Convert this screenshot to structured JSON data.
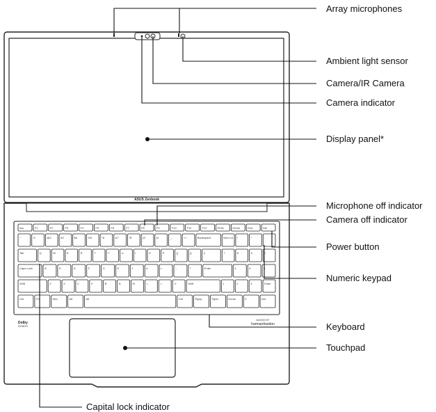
{
  "brand": "ASUS Zenbook",
  "dolby": {
    "name": "Dolby",
    "sub": "ATMOS"
  },
  "audio_brand": {
    "top": "AUDIO BY",
    "name": "harman/kardon"
  },
  "callouts": [
    {
      "id": "array-microphones",
      "text": "Array microphones"
    },
    {
      "id": "ambient-light-sensor",
      "text": "Ambient light sensor"
    },
    {
      "id": "camera-ir",
      "text": "Camera/IR Camera"
    },
    {
      "id": "camera-indicator",
      "text": "Camera indicator"
    },
    {
      "id": "display-panel",
      "text": "Display panel*"
    },
    {
      "id": "mic-off-indicator",
      "text": "Microphone off indicator"
    },
    {
      "id": "camera-off-indicator",
      "text": "Camera off indicator"
    },
    {
      "id": "power-button",
      "text": "Power button"
    },
    {
      "id": "numeric-keypad",
      "text": "Numeric keypad"
    },
    {
      "id": "keyboard",
      "text": "Keyboard"
    },
    {
      "id": "touchpad",
      "text": "Touchpad"
    },
    {
      "id": "caps-lock-indicator",
      "text": "Capital lock indicator"
    }
  ],
  "keys": {
    "fn_row": [
      "esc",
      "F1",
      "F2",
      "F3",
      "F4",
      "F5",
      "F6",
      "F7",
      "F8",
      "F9",
      "F10",
      "F11",
      "F12",
      "PrtSc",
      "Home",
      "End",
      "Del"
    ],
    "num_row": [
      "~`",
      "!1",
      "@2",
      "#3",
      "$4",
      "%5",
      "^6",
      "&7",
      "*8",
      "(9",
      ")0",
      "_-",
      "+=",
      "Backspace",
      "Num Lk",
      "/",
      "*",
      "-"
    ],
    "tab_row": [
      "Tab",
      "Q",
      "W",
      "E",
      "R",
      "T",
      "Y",
      "U",
      "I",
      "O",
      "P",
      "{[",
      "}]",
      "|\\",
      "7",
      "8",
      "9",
      "+"
    ],
    "caps_row": [
      "Caps Lock",
      "A",
      "S",
      "D",
      "F",
      "G",
      "H",
      "J",
      "K",
      "L",
      ":;",
      "\"'",
      "Enter",
      "4",
      "5",
      "6"
    ],
    "shift_row": [
      "Shift",
      "Z",
      "X",
      "C",
      "V",
      "B",
      "N",
      "M",
      "<,",
      ">.",
      "?/",
      "Shift",
      "1",
      "2",
      "3",
      "Enter"
    ],
    "ctrl_row": [
      "Ctrl",
      "Fn",
      "Win",
      "Alt",
      "Alt",
      "Ctrl",
      "PgUp",
      "PgDn",
      "Home",
      "0",
      "Del"
    ]
  }
}
